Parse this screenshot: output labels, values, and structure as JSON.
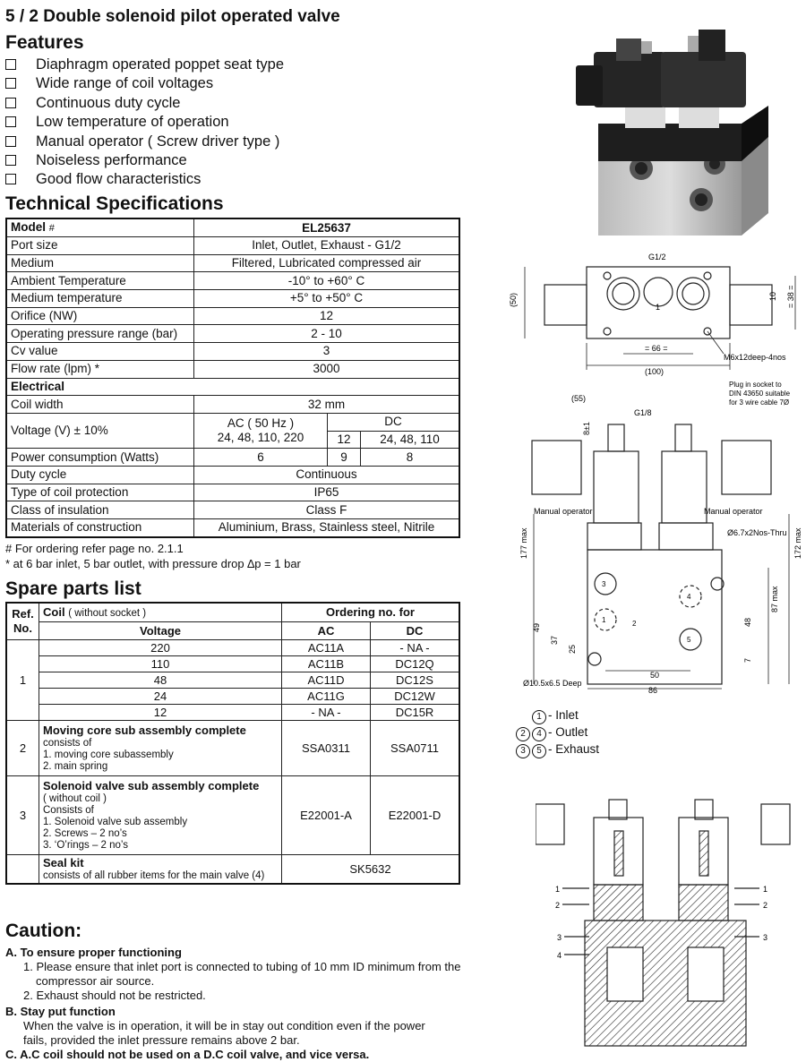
{
  "title": "5 / 2 Double solenoid pilot operated valve",
  "features": {
    "heading": "Features",
    "items": [
      "Diaphragm operated poppet seat type",
      "Wide range of coil voltages",
      "Continuous duty cycle",
      "Low temperature of operation",
      "Manual operator ( Screw driver type )",
      "Noiseless performance",
      "Good flow characteristics"
    ]
  },
  "tech": {
    "heading": "Technical Specifications",
    "model_label": "Model",
    "model_hash": "#",
    "model_value": "EL25637",
    "rows": [
      {
        "label": "Port size",
        "value": "Inlet, Outlet, Exhaust - G1/2"
      },
      {
        "label": "Medium",
        "value": "Filtered, Lubricated compressed air"
      },
      {
        "label": "Ambient Temperature",
        "value": "-10° to +60° C"
      },
      {
        "label": "Medium temperature",
        "value": "+5° to +50° C"
      },
      {
        "label": "Orifice (NW)",
        "value": "12"
      },
      {
        "label": "Operating pressure range (bar)",
        "value": "2 - 10"
      },
      {
        "label": "Cv value",
        "value": "3"
      },
      {
        "label": "Flow rate (lpm) *",
        "value": "3000"
      }
    ],
    "electrical_heading": "Electrical",
    "coil_width_label": "Coil width",
    "coil_width_value": "32 mm",
    "voltage_label": "Voltage (V) ± 10%",
    "ac_label": "AC ( 50 Hz )",
    "ac_values": "24, 48, 110, 220",
    "dc_label": "DC",
    "dc_12": "12",
    "dc_values": "24, 48, 110",
    "power_label": "Power consumption (Watts)",
    "power_ac": "6",
    "power_dc12": "9",
    "power_dc": "8",
    "rows2": [
      {
        "label": "Duty cycle",
        "value": "Continuous"
      },
      {
        "label": "Type of coil protection",
        "value": "IP65"
      },
      {
        "label": "Class of insulation",
        "value": "Class F"
      },
      {
        "label": "Materials of construction",
        "value": "Aluminium, Brass, Stainless steel, Nitrile"
      }
    ],
    "note1": "# For ordering refer page no. 2.1.1",
    "note2": "* at 6 bar inlet, 5 bar outlet, with pressure drop ∆p = 1 bar"
  },
  "spare": {
    "heading": "Spare parts list",
    "ref_label": "Ref. No.",
    "coil_label": "Coil",
    "coil_sub": "( without socket )",
    "ordering_label": "Ordering no. for",
    "voltage_label": "Voltage",
    "ac_label": "AC",
    "dc_label": "DC",
    "coil_ref": "1",
    "coil_rows": [
      {
        "v": "220",
        "ac": "AC11A",
        "dc": "- NA -"
      },
      {
        "v": "110",
        "ac": "AC11B",
        "dc": "DC12Q"
      },
      {
        "v": "48",
        "ac": "AC11D",
        "dc": "DC12S"
      },
      {
        "v": "24",
        "ac": "AC11G",
        "dc": "DC12W"
      },
      {
        "v": "12",
        "ac": "- NA -",
        "dc": "DC15R"
      }
    ],
    "r2_ref": "2",
    "r2_title": "Moving core sub assembly complete",
    "r2_lines": [
      "consists of",
      "1. moving core subassembly",
      "2. main spring"
    ],
    "r2_ac": "SSA0311",
    "r2_dc": "SSA0711",
    "r3_ref": "3",
    "r3_title": "Solenoid valve sub assembly complete",
    "r3_lines": [
      "( without coil )",
      "Consists of",
      "1. Solenoid valve sub assembly",
      "2. Screws – 2 no’s",
      "3. ‘O’rings – 2 no’s"
    ],
    "r3_ac": "E22001-A",
    "r3_dc": "E22001-D",
    "r4_title": "Seal kit",
    "r4_line": "consists of all rubber items for the main valve (4)",
    "r4_code": "SK5632"
  },
  "caution": {
    "heading": "Caution:",
    "a_title": "A. To ensure proper functioning",
    "a_items": [
      "1. Please ensure that inlet port is connected to tubing of 10 mm ID minimum from the compressor air source.",
      "2. Exhaust should not be restricted."
    ],
    "b_title": "B. Stay put function",
    "b_text": "When the valve is in operation, it will be in stay out condition even if the power fails, provided the inlet pressure remains above 2 bar.",
    "c_title": "C. A.C coil should not be used on a D.C coil valve, and vice versa."
  },
  "drawing_top": {
    "g12": "G1/2",
    "d50": "(50)",
    "d10": "10",
    "d38": "= 38 =",
    "d66": "= 66 =",
    "d100": "(100)",
    "m6": "M6x12deep-4nos",
    "p1": "1"
  },
  "drawing_front": {
    "plug": "Plug in socket to",
    "din": "DIN 43650 suitable",
    "wire": "for 3 wire cable 7Ø",
    "d55": "(55)",
    "g18": "G1/8",
    "d8": "8±1",
    "manual_l": "Manual operator",
    "manual_r": "Manual operator",
    "thru": "Ø6.7x2Nos-Thru",
    "d177": "177 max",
    "d172": "172 max",
    "d87": "87 max",
    "d49": "49",
    "d37": "37",
    "d25": "25",
    "d48": "48",
    "d7": "7",
    "d50": "50",
    "d86": "86",
    "deep": "Ø10.5x6.5 Deep",
    "p3": "3",
    "p4": "4",
    "p2": "2",
    "p5": "5",
    "p1": "1"
  },
  "legend": [
    {
      "nums": [
        "1"
      ],
      "text": "- Inlet"
    },
    {
      "nums": [
        "2",
        "4"
      ],
      "text": "- Outlet"
    },
    {
      "nums": [
        "3",
        "5"
      ],
      "text": "- Exhaust"
    }
  ],
  "section_labels": {
    "l1": "1",
    "l2": "2",
    "l3": "3",
    "l4": "4",
    "r1": "1",
    "r2": "2",
    "r3": "3"
  }
}
